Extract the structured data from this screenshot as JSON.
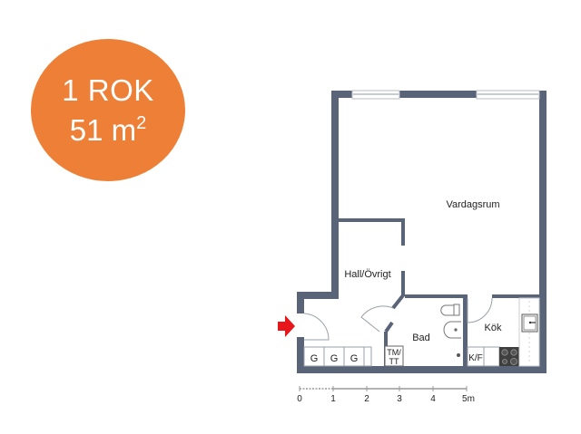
{
  "badge": {
    "rooms_label": "1 ROK",
    "area_value": "51 m",
    "area_unit_sup": "2",
    "color": "#ed8036"
  },
  "floorplan": {
    "wall_color": "#5a6478",
    "entry_arrow_color": "#e8161b",
    "rooms": [
      {
        "name": "Vardagsrum"
      },
      {
        "name": "Hall/Övrigt"
      },
      {
        "name": "Bad"
      },
      {
        "name": "Kök"
      }
    ],
    "fixtures": {
      "wardrobes": [
        "G",
        "G",
        "G"
      ],
      "washer_dryer_line1": "TM/",
      "washer_dryer_line2": "TT",
      "fridge_freezer": "K/F"
    }
  },
  "scale_bar": {
    "ticks": [
      "0",
      "1",
      "2",
      "3",
      "4",
      "5m"
    ]
  }
}
